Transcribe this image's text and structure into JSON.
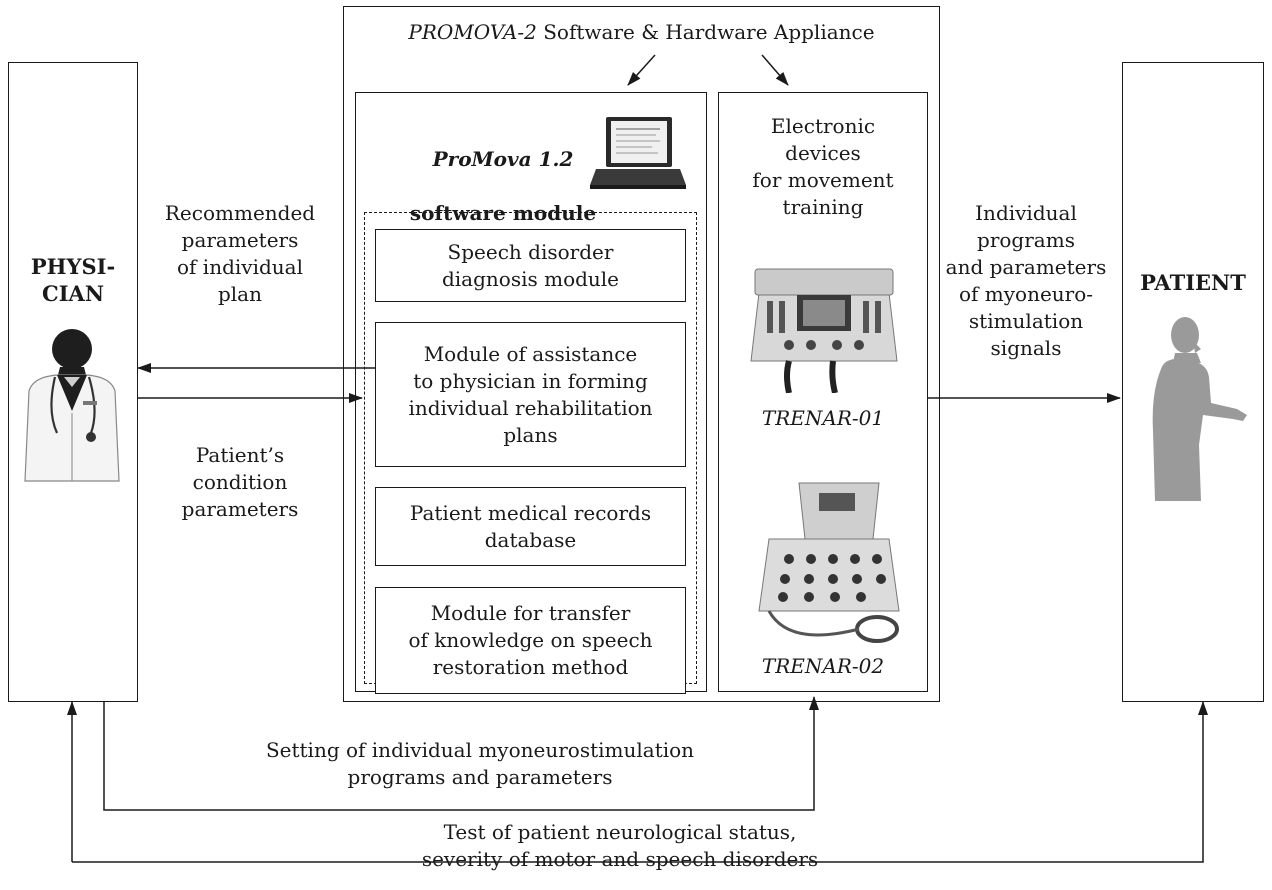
{
  "appliance_title_name": "PROMOVA-2",
  "appliance_title_rest": " Software & Hardware Appliance",
  "physician": {
    "title": "PHYSI-\nCIAN",
    "icon": "physician-icon"
  },
  "patient": {
    "title": "PATIENT",
    "icon": "patient-silhouette-icon"
  },
  "software": {
    "name": "ProMova 1.2",
    "subtitle": "software module",
    "icon": "laptop-icon",
    "modules": [
      "Speech disorder\ndiagnosis module",
      "Module of assistance\nto physician in forming\nindividual rehabilitation\nplans",
      "Patient medical records\ndatabase",
      "Module for transfer\nof knowledge on speech\nrestoration method"
    ]
  },
  "devices": {
    "title": "Electronic\ndevices\nfor movement\ntraining",
    "device1": {
      "name": "TRENAR-01",
      "icon": "trenar-01-device-icon"
    },
    "device2": {
      "name": "TRENAR-02",
      "icon": "trenar-02-device-icon"
    }
  },
  "labels": {
    "recommended": "Recommended\nparameters\nof individual\nplan",
    "condition": "Patient’s\ncondition\nparameters",
    "programs": "Individual\nprograms\nand parameters\nof myoneuro-\nstimulation\nsignals",
    "setting": "Setting of individual myoneurostimulation\nprograms and parameters",
    "test": "Test of patient neurological status,\nseverity of motor and speech disorders"
  },
  "colors": {
    "line": "#1a1a1a",
    "silhouette": "#9a9a9a",
    "physician_dark": "#1e1e1e"
  }
}
